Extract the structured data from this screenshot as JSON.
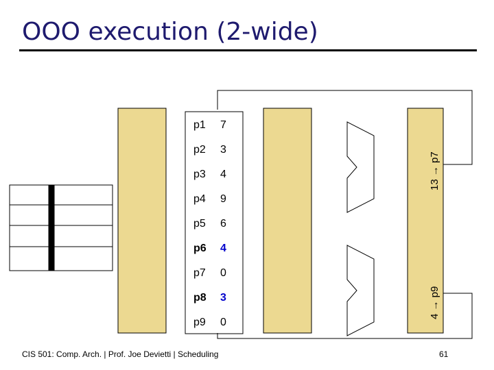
{
  "title": "OOO execution (2-wide)",
  "register_file": [
    {
      "name": "p1",
      "value": "7",
      "highlight": false
    },
    {
      "name": "p2",
      "value": "3",
      "highlight": false
    },
    {
      "name": "p3",
      "value": "4",
      "highlight": false
    },
    {
      "name": "p4",
      "value": "9",
      "highlight": false
    },
    {
      "name": "p5",
      "value": "6",
      "highlight": false
    },
    {
      "name": "p6",
      "value": "4",
      "highlight": true
    },
    {
      "name": "p7",
      "value": "0",
      "highlight": false
    },
    {
      "name": "p8",
      "value": "3",
      "highlight": true
    },
    {
      "name": "p9",
      "value": "0",
      "highlight": false
    }
  ],
  "alu_results": {
    "top": "13 → p7",
    "bottom": "4 → p9"
  },
  "colors": {
    "pipeline_latch": "#ecd991",
    "highlight_value": "#0000cc",
    "title": "#1e1a6e"
  },
  "footer": "CIS 501: Comp. Arch.  |  Prof. Joe Devietti  |  Scheduling",
  "page_number": "61"
}
